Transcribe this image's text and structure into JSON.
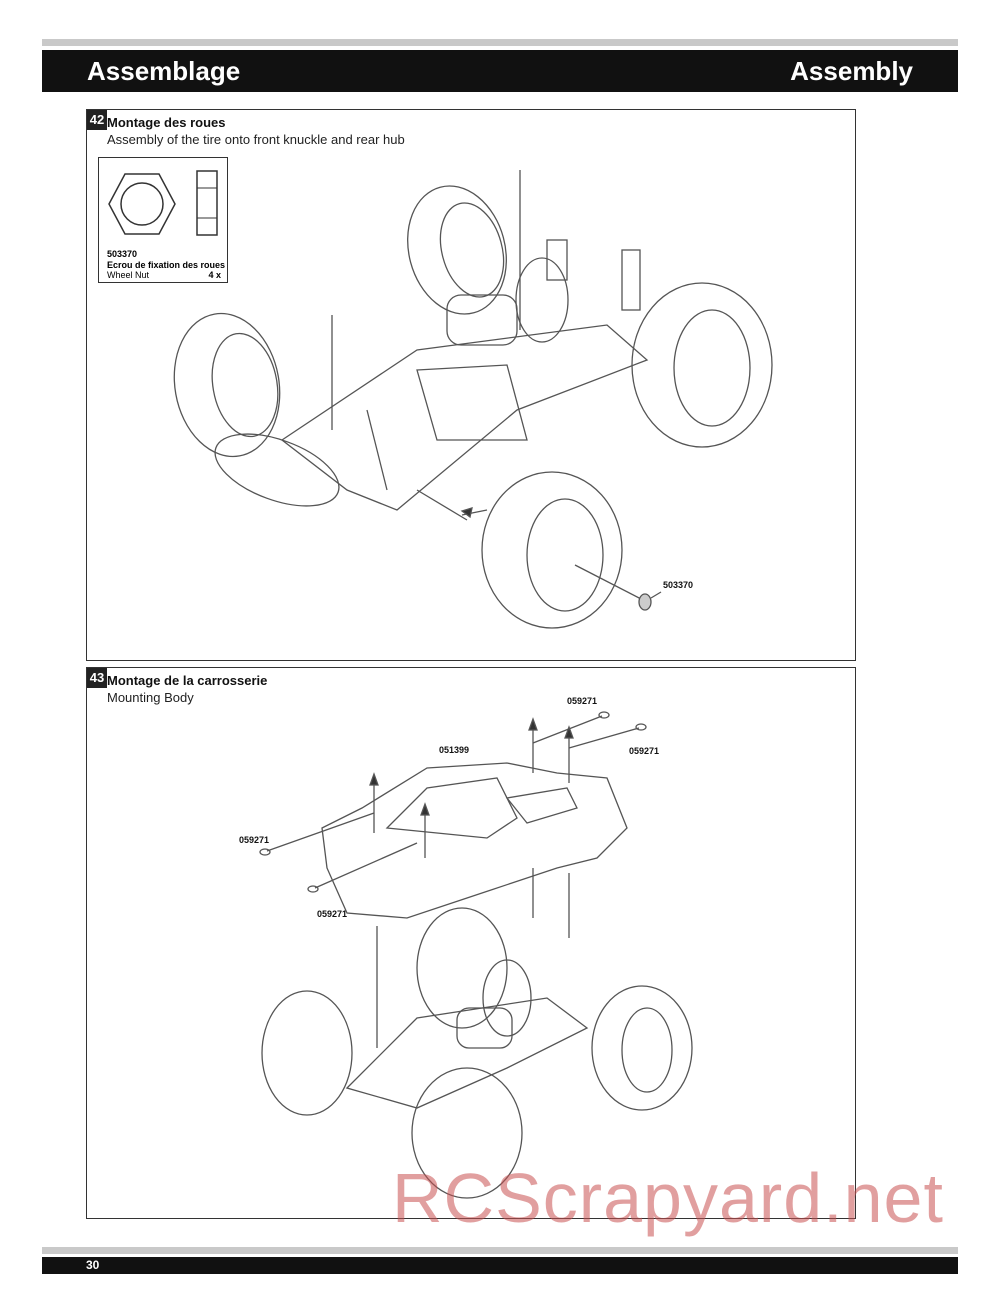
{
  "header": {
    "left_title": "Assemblage",
    "right_title": "Assembly"
  },
  "step42": {
    "number": "42",
    "title": "Montage des roues",
    "subtitle": "Assembly of the tire onto front knuckle and rear hub",
    "part": {
      "number": "503370",
      "name_fr": "Ecrou de fixation des roues",
      "name_en": "Wheel Nut",
      "qty": "4 x"
    },
    "callout": "503370"
  },
  "step43": {
    "number": "43",
    "title": "Montage de la carrosserie",
    "subtitle": "Mounting Body",
    "callouts": [
      "059271",
      "051399",
      "059271",
      "059271",
      "059271"
    ]
  },
  "footer": {
    "page": "30"
  },
  "watermark": "RCScrapyard.net"
}
